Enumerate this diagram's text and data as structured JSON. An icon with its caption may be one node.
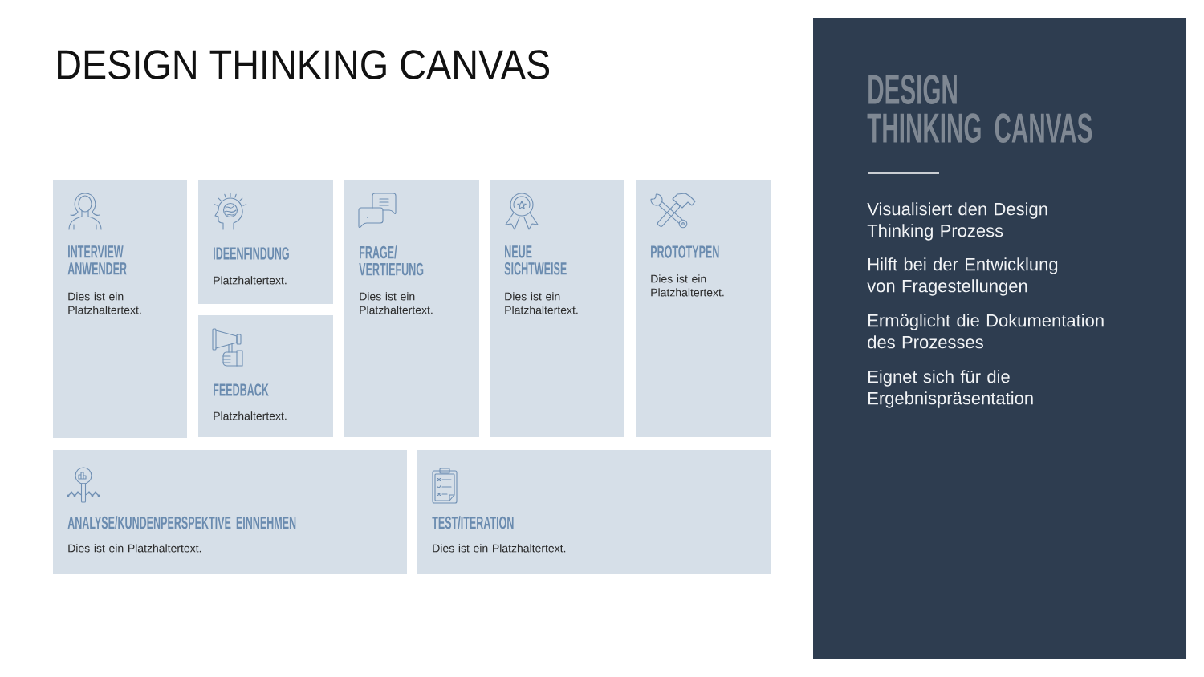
{
  "diagram": {
    "title": "DESIGN THINKING CANVAS",
    "nodes": [
      {
        "text": [
          "INTERVIEW ANWENDER",
          "Dies ist ein Platzhaltertext."
        ]
      },
      {
        "text": [
          "IDEENFINDUNG",
          "Platzhaltertext."
        ]
      },
      {
        "text": [
          "FEEDBACK",
          "Platzhaltertext."
        ]
      },
      {
        "text": [
          "FRAGE/ VERTIEFUNG",
          "Dies ist ein Platzhaltertext."
        ]
      },
      {
        "text": [
          "NEUE SICHTWEISE",
          "Dies ist ein Platzhaltertext."
        ]
      },
      {
        "text": [
          "PROTOTYPEN",
          "Dies ist ein Platzhaltertext."
        ]
      },
      {
        "text": [
          "ANALYSE/KUNDENPERSPEKTIVE EINNEHMEN",
          "Dies ist ein Platzhaltertext."
        ]
      },
      {
        "text": [
          "TEST/ITERATION",
          "Dies ist ein Platzhaltertext."
        ]
      },
      {
        "text": [
          "DESIGN THINKING CANVAS",
          "Visualisiert den Design Thinking Prozess",
          "Hilft bei der Entwicklung von Fragestellungen",
          "Ermöglicht die Dokumentation des Prozesses",
          "Eignet sich für die Ergebnispräsentation"
        ]
      }
    ]
  }
}
